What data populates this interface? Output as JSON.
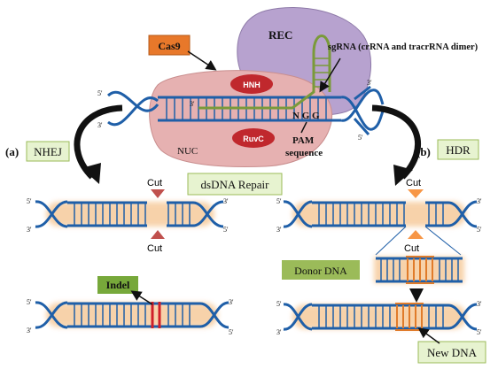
{
  "labels": {
    "cas9": "Cas9",
    "rec": "REC",
    "sgrna": "sgRNA (crRNA and tracrRNA dimer)",
    "hnh": "HNH",
    "ruvc": "RuvC",
    "nuc": "NUC",
    "ngg": "N G G",
    "pam": "PAM",
    "pam_sequence": "sequence",
    "dsdna_repair": "dsDNA Repair",
    "nhej_letter": "(a)",
    "nhej": "NHEJ",
    "hdr_letter": "(b)",
    "hdr": "HDR",
    "cut": "Cut",
    "donor_dna": "Donor DNA",
    "indel": "Indel",
    "new_dna": "New DNA",
    "five_prime": "5'",
    "three_prime": "3'"
  },
  "colors": {
    "dna_blue": "#1f5fa8",
    "cas9_orange": "#e8782a",
    "rec_purple": "#b7a2cf",
    "nuc_pink": "#e6b1b1",
    "domain_red": "#c0282d",
    "sgrna_green": "#7a9a3a",
    "box_green_fill": "#e7f3d0",
    "box_green_border": "#9bbb59",
    "indel_green": "#77a83a",
    "donor_green": "#9bbb59",
    "cut_red_arrow": "#c0504d",
    "cut_orange_arrow": "#f79646",
    "insert_orange": "#e07b2a",
    "glow": "#f6c896"
  }
}
